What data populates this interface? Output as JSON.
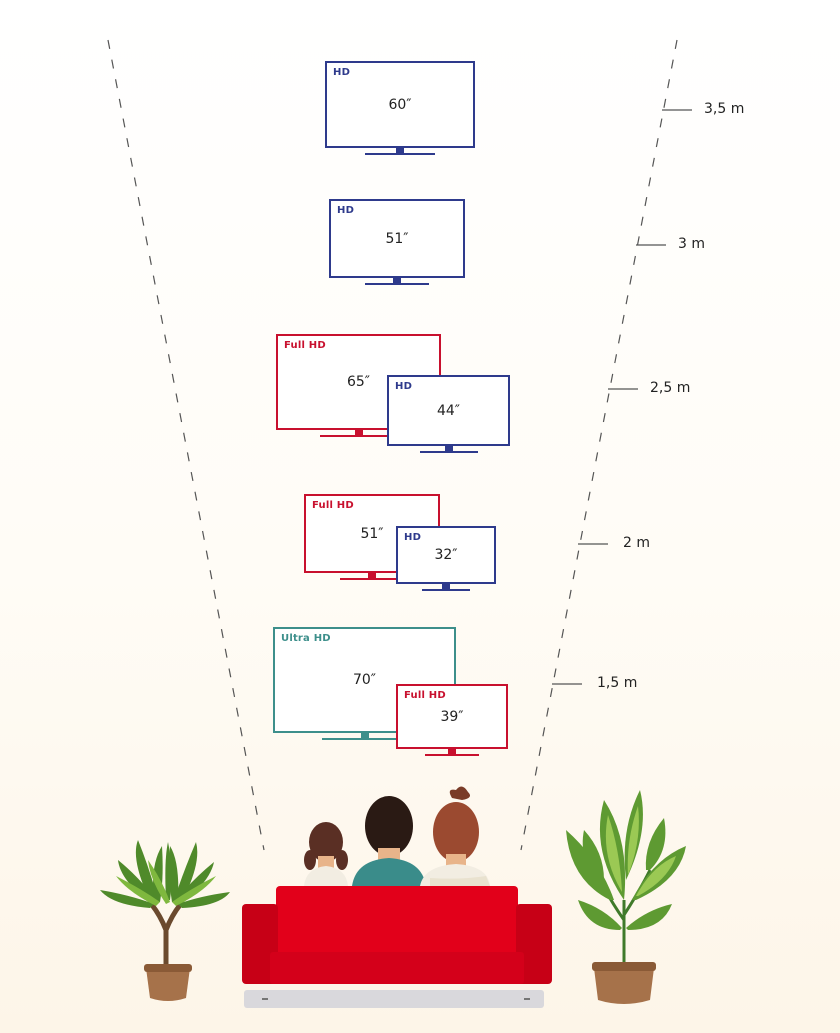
{
  "distances": [
    {
      "label": "3,5 m"
    },
    {
      "label": "3 m"
    },
    {
      "label": "2,5 m"
    },
    {
      "label": "2 m"
    },
    {
      "label": "1,5 m"
    }
  ],
  "tvs": [
    {
      "resolution": "HD",
      "size": "60″"
    },
    {
      "resolution": "HD",
      "size": "51″"
    },
    {
      "resolution": "Full HD",
      "size": "65″"
    },
    {
      "resolution": "HD",
      "size": "44″"
    },
    {
      "resolution": "Full HD",
      "size": "51″"
    },
    {
      "resolution": "HD",
      "size": "32″"
    },
    {
      "resolution": "Ultra HD",
      "size": "70″"
    },
    {
      "resolution": "Full HD",
      "size": "39″"
    }
  ],
  "colors": {
    "hd": "#2e3a8c",
    "full_hd": "#c8102e",
    "ultra_hd": "#3d8f8b",
    "sofa": "#e2001a"
  }
}
